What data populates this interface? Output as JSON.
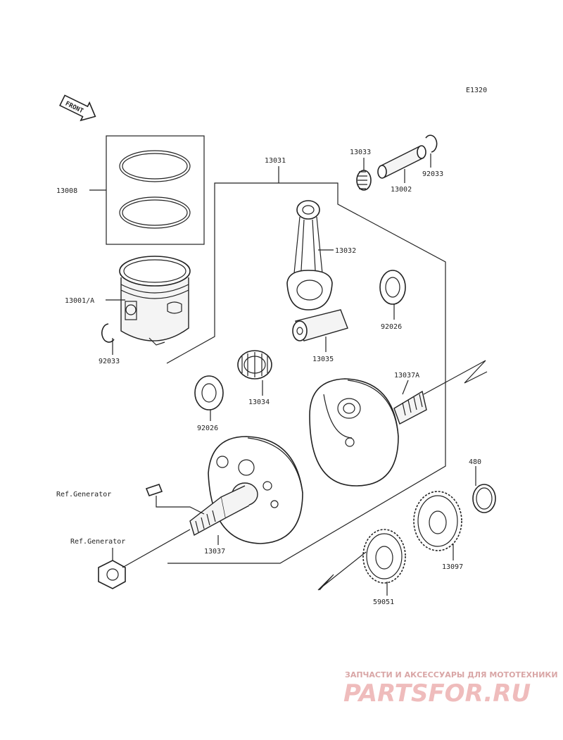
{
  "diagram_code": "E1320",
  "front_label": "FRONT",
  "parts": {
    "p13008": "13008",
    "p13001a": "13001/A",
    "p92033_left": "92033",
    "p13031": "13031",
    "p13033": "13033",
    "p13002": "13002",
    "p92033_right": "92033",
    "p13032": "13032",
    "p92026_right": "92026",
    "p13035": "13035",
    "p13034": "13034",
    "p92026_left": "92026",
    "p13037a": "13037A",
    "p480": "480",
    "ref_generator_1": "Ref.Generator",
    "ref_generator_2": "Ref.Generator",
    "p13037": "13037",
    "p13097": "13097",
    "p59051": "59051"
  },
  "watermark": {
    "line1": "ЗАПЧАСТИ И АКСЕССУАРЫ ДЛЯ МОТОТЕХНИКИ",
    "line2": "PARTSFOR.RU"
  },
  "colors": {
    "line": "#222222",
    "background": "#ffffff",
    "watermark": "#efbcbc"
  }
}
